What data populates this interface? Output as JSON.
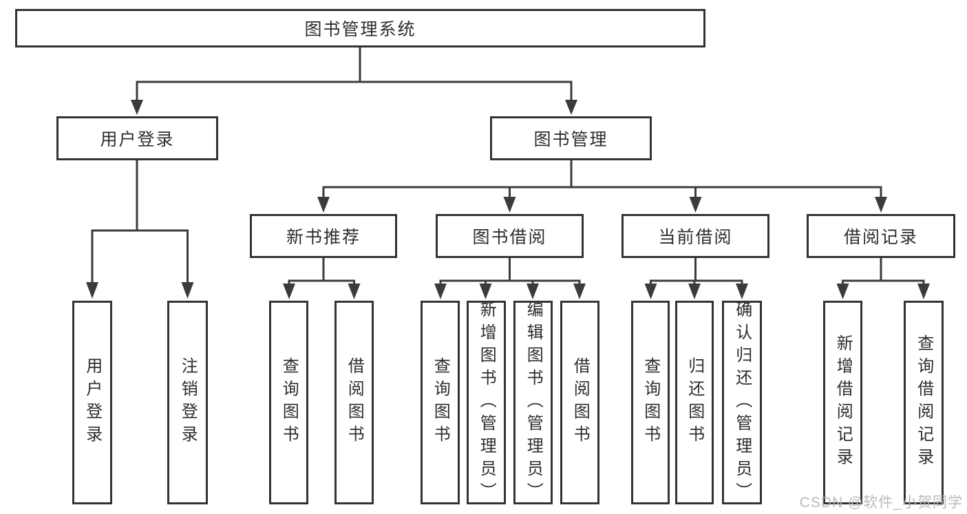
{
  "page": {
    "background": "#ffffff",
    "watermark": "CSDN @软件_小贺同学"
  },
  "colors": {
    "line": "#3b3b3b",
    "box_border": "#333333",
    "text": "#2d2d2d",
    "watermark": "#b6b6b6"
  },
  "diagram_type": "hierarchy-tree",
  "tree": {
    "label": "图书管理系统",
    "children": [
      {
        "label": "用户登录",
        "children": [
          {
            "label": "用户登录"
          },
          {
            "label": "注销登录"
          }
        ]
      },
      {
        "label": "图书管理",
        "children": [
          {
            "label": "新书推荐",
            "children": [
              {
                "label": "查询图书"
              },
              {
                "label": "借阅图书"
              }
            ]
          },
          {
            "label": "图书借阅",
            "children": [
              {
                "label": "查询图书"
              },
              {
                "label": "新增图书（管理员）"
              },
              {
                "label": "编辑图书（管理员）"
              },
              {
                "label": "借阅图书"
              }
            ]
          },
          {
            "label": "当前借阅",
            "children": [
              {
                "label": "查询图书"
              },
              {
                "label": "归还图书"
              },
              {
                "label": "确认归还（管理员）"
              }
            ]
          },
          {
            "label": "借阅记录",
            "children": [
              {
                "label": "新增借阅记录"
              },
              {
                "label": "查询借阅记录"
              }
            ]
          }
        ]
      }
    ]
  }
}
